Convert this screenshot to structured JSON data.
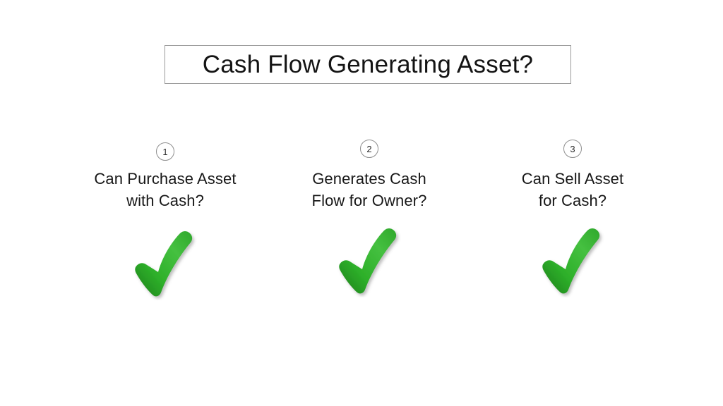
{
  "slide": {
    "background_color": "#ffffff",
    "title": {
      "text": "Cash Flow Generating Asset?",
      "border_color": "#9a9a9a",
      "text_color": "#141414"
    }
  },
  "steps": [
    {
      "number": "1",
      "label": "Can Purchase Asset\nwith Cash?",
      "status_icon": "green-check-icon",
      "status": "yes"
    },
    {
      "number": "2",
      "label": "Generates Cash\nFlow for Owner?",
      "status_icon": "green-check-icon",
      "status": "yes"
    },
    {
      "number": "3",
      "label": "Can Sell Asset\nfor Cash?",
      "status_icon": "green-check-icon",
      "status": "yes"
    }
  ],
  "colors": {
    "check_light": "#4cc247",
    "check_mid": "#2eb02a",
    "check_dark": "#1d7d1b",
    "badge_outline": "#8e8e8e",
    "text": "#171717"
  }
}
